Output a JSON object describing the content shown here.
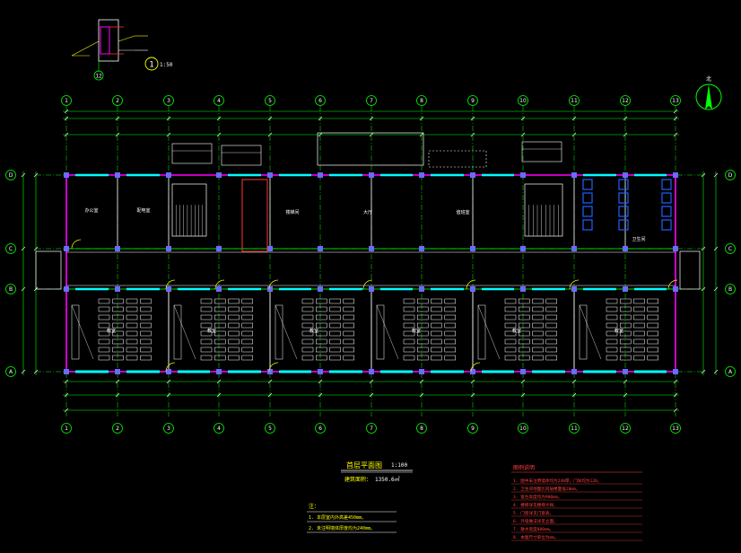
{
  "drawing": {
    "colors": {
      "background": "#000000",
      "grid_line": "#00ff00",
      "wall": "#ff00ff",
      "window": "#00ffff",
      "door": "#ff3333",
      "text_white": "#ffffff",
      "text_yellow": "#ffff00",
      "text_red": "#ff4040",
      "column": "#6a6aff",
      "fixture": "#2060ff"
    },
    "column_axes": [
      "1",
      "2",
      "3",
      "4",
      "5",
      "6",
      "7",
      "8",
      "9",
      "10",
      "11",
      "12",
      "13"
    ],
    "row_axes": [
      "D",
      "C",
      "B",
      "A"
    ],
    "detail": {
      "axis_label": "12",
      "callout": "1",
      "scale": "1:50"
    },
    "title_block": {
      "title": "首层平面图",
      "scale": "1:100",
      "subtitle": "建筑面积：",
      "area_note": "1350.6㎡"
    },
    "notes": {
      "heading": "注：",
      "lines": [
        "1. 本层室内外高差450mm。",
        "2. 未注明墙体厚度均为240mm。"
      ]
    },
    "legend": {
      "heading": "图例说明",
      "lines": [
        "1. 图中未注明墙体均为240厚，门垛均为120。",
        "2. 卫生间地面比同层楼面低20mm。",
        "3. 窗台高度均为900mm。",
        "4. 楼梯详见楼梯大样。",
        "5. 门窗详见门窗表。",
        "6. 外墙做法详见立面。",
        "7. 散水宽度800mm。",
        "8. 本图尺寸单位为mm。"
      ]
    },
    "rooms": [
      "办公室",
      "配电室",
      "楼梯间",
      "大厅",
      "值班室",
      "卫生间",
      "教室",
      "教室",
      "教室",
      "教室",
      "教室",
      "教室"
    ],
    "north_label": "北"
  }
}
